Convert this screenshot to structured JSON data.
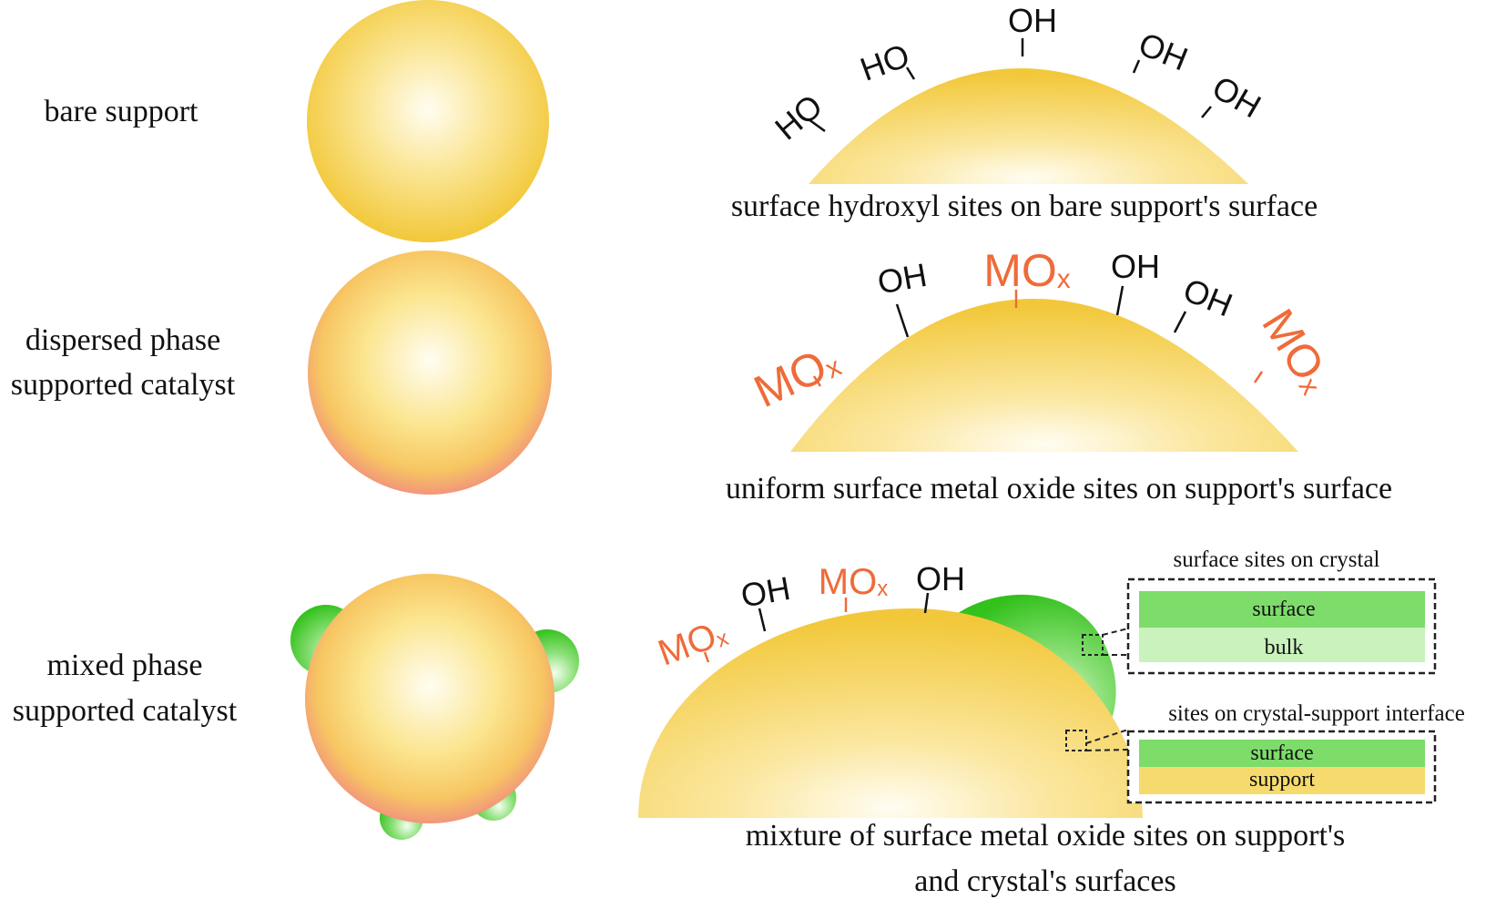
{
  "colors": {
    "support_core": "#fffbe6",
    "support_edge": "#f3cc3e",
    "dispersed_edge": "#f29a78",
    "crystal_core": "#f4fff0",
    "crystal_edge": "#35c21f",
    "surface_band": "#7ddc6a",
    "bulk_band": "#c9f2bd",
    "support_band": "#f6da6e",
    "mox_text": "#ef6b3a",
    "dashed_border": "#222222"
  },
  "rows": {
    "bare": {
      "label": "bare support",
      "caption": "surface hydroxyl sites on bare support's surface",
      "oh_labels": [
        "HO",
        "HO",
        "OH",
        "OH",
        "OH"
      ]
    },
    "dispersed": {
      "label_line1": "dispersed phase",
      "label_line2": "supported catalyst",
      "caption": "uniform surface metal oxide sites on support's surface",
      "oh_labels": [
        "OH",
        "OH",
        "OH"
      ],
      "mox": {
        "base": "MO",
        "sub": "x"
      }
    },
    "mixed": {
      "label_line1": "mixed phase",
      "label_line2": "supported catalyst",
      "caption_line1": "mixture of surface metal oxide sites on support's",
      "caption_line2": "and crystal's surfaces",
      "oh_labels": [
        "OH",
        "OH"
      ],
      "mox": {
        "base": "MO",
        "sub": "x"
      },
      "inset_crystal": {
        "title": "surface sites on crystal",
        "top": "surface",
        "bottom": "bulk"
      },
      "inset_interface": {
        "title": "sites on crystal-support interface",
        "top": "surface",
        "bottom": "support"
      }
    }
  }
}
